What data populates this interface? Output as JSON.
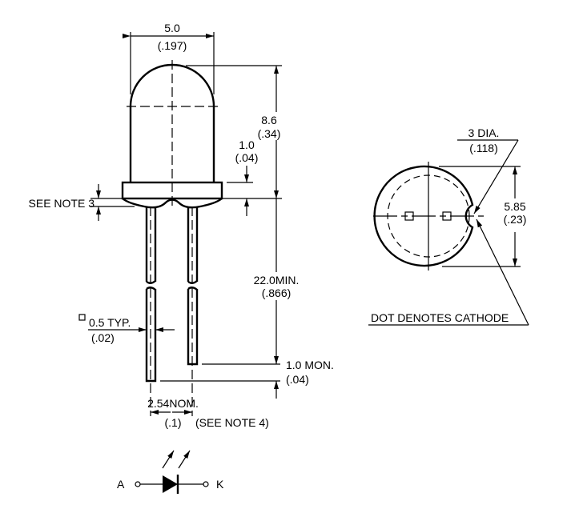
{
  "side_view": {
    "width_mm": "5.0",
    "width_in": "(.197)",
    "height_mm": "8.6",
    "height_in": "(.34)",
    "flange_mm": "1.0",
    "flange_in": "(.04)",
    "note3": "SEE NOTE 3",
    "lead_length_mm": "22.0MIN.",
    "lead_length_in": "(.866)",
    "lead_diff_mm": "1.0 MON.",
    "lead_diff_in": "(.04)",
    "lead_size_mm": "0.5 TYP.",
    "lead_size_in": "(.02)",
    "pitch_mm": "2.54NOM.",
    "pitch_in": "(.1)",
    "note4": "(SEE NOTE 4)"
  },
  "bottom_view": {
    "dot_dia_mm": "3 DIA.",
    "dot_dia_in": "(.118)",
    "diameter_mm": "5.85",
    "diameter_in": "(.23)",
    "cathode_note": "DOT DENOTES CATHODE"
  },
  "symbol": {
    "anode": "A",
    "cathode": "K"
  }
}
